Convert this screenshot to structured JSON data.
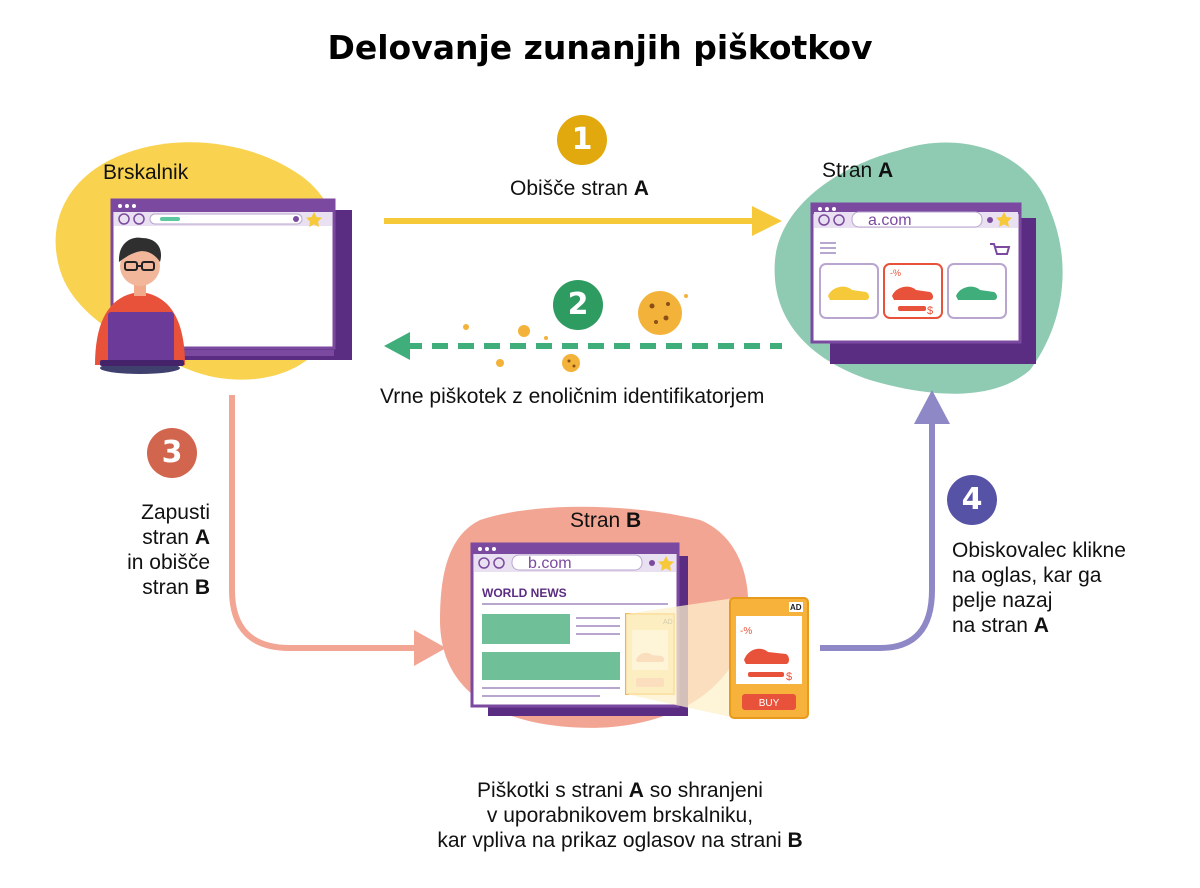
{
  "title": "Delovanje zunanjih piškotkov",
  "colors": {
    "yellow": "#f6c93a",
    "green": "#3fae7b",
    "salmon": "#ef9a85",
    "lavender": "#8e88c6",
    "purple": "#7b4aa0",
    "badge1": "#e2a90f",
    "badge2": "#2e9b61",
    "badge3": "#d2654d",
    "badge4": "#5653a6"
  },
  "browser": {
    "label": "Brskalnik"
  },
  "site_a": {
    "label_prefix": "Stran",
    "label_bold": "A",
    "url": "a.com",
    "discount": "-%",
    "price": "$"
  },
  "site_b": {
    "label_prefix": "Stran",
    "label_bold": "B",
    "url": "b.com",
    "headline": "WORLD NEWS",
    "ad_tag": "AD",
    "ad_discount": "-%",
    "ad_price": "$",
    "ad_button": "BUY"
  },
  "steps": [
    {
      "number": "1",
      "text": "Obišče stran",
      "bold": "A"
    },
    {
      "number": "2",
      "text": "Vrne piškotek z enoličnim identifikatorjem"
    },
    {
      "number": "3",
      "lines": [
        [
          "Zapusti",
          ""
        ],
        [
          "stran ",
          "A"
        ],
        [
          "in obišče",
          ""
        ],
        [
          "stran ",
          "B"
        ]
      ]
    },
    {
      "number": "4",
      "lines": [
        [
          "Obiskovalec klikne",
          ""
        ],
        [
          "na oglas, kar ga",
          ""
        ],
        [
          "pelje nazaj",
          ""
        ],
        [
          "na stran ",
          "A"
        ]
      ]
    }
  ],
  "footer": {
    "line1_a": "Piškotki s strani ",
    "line1_b": "A",
    "line1_c": " so shranjeni",
    "line2": "v uporabnikovem brskalniku,",
    "line3_a": "kar vpliva na prikaz oglasov na strani ",
    "line3_b": "B"
  }
}
